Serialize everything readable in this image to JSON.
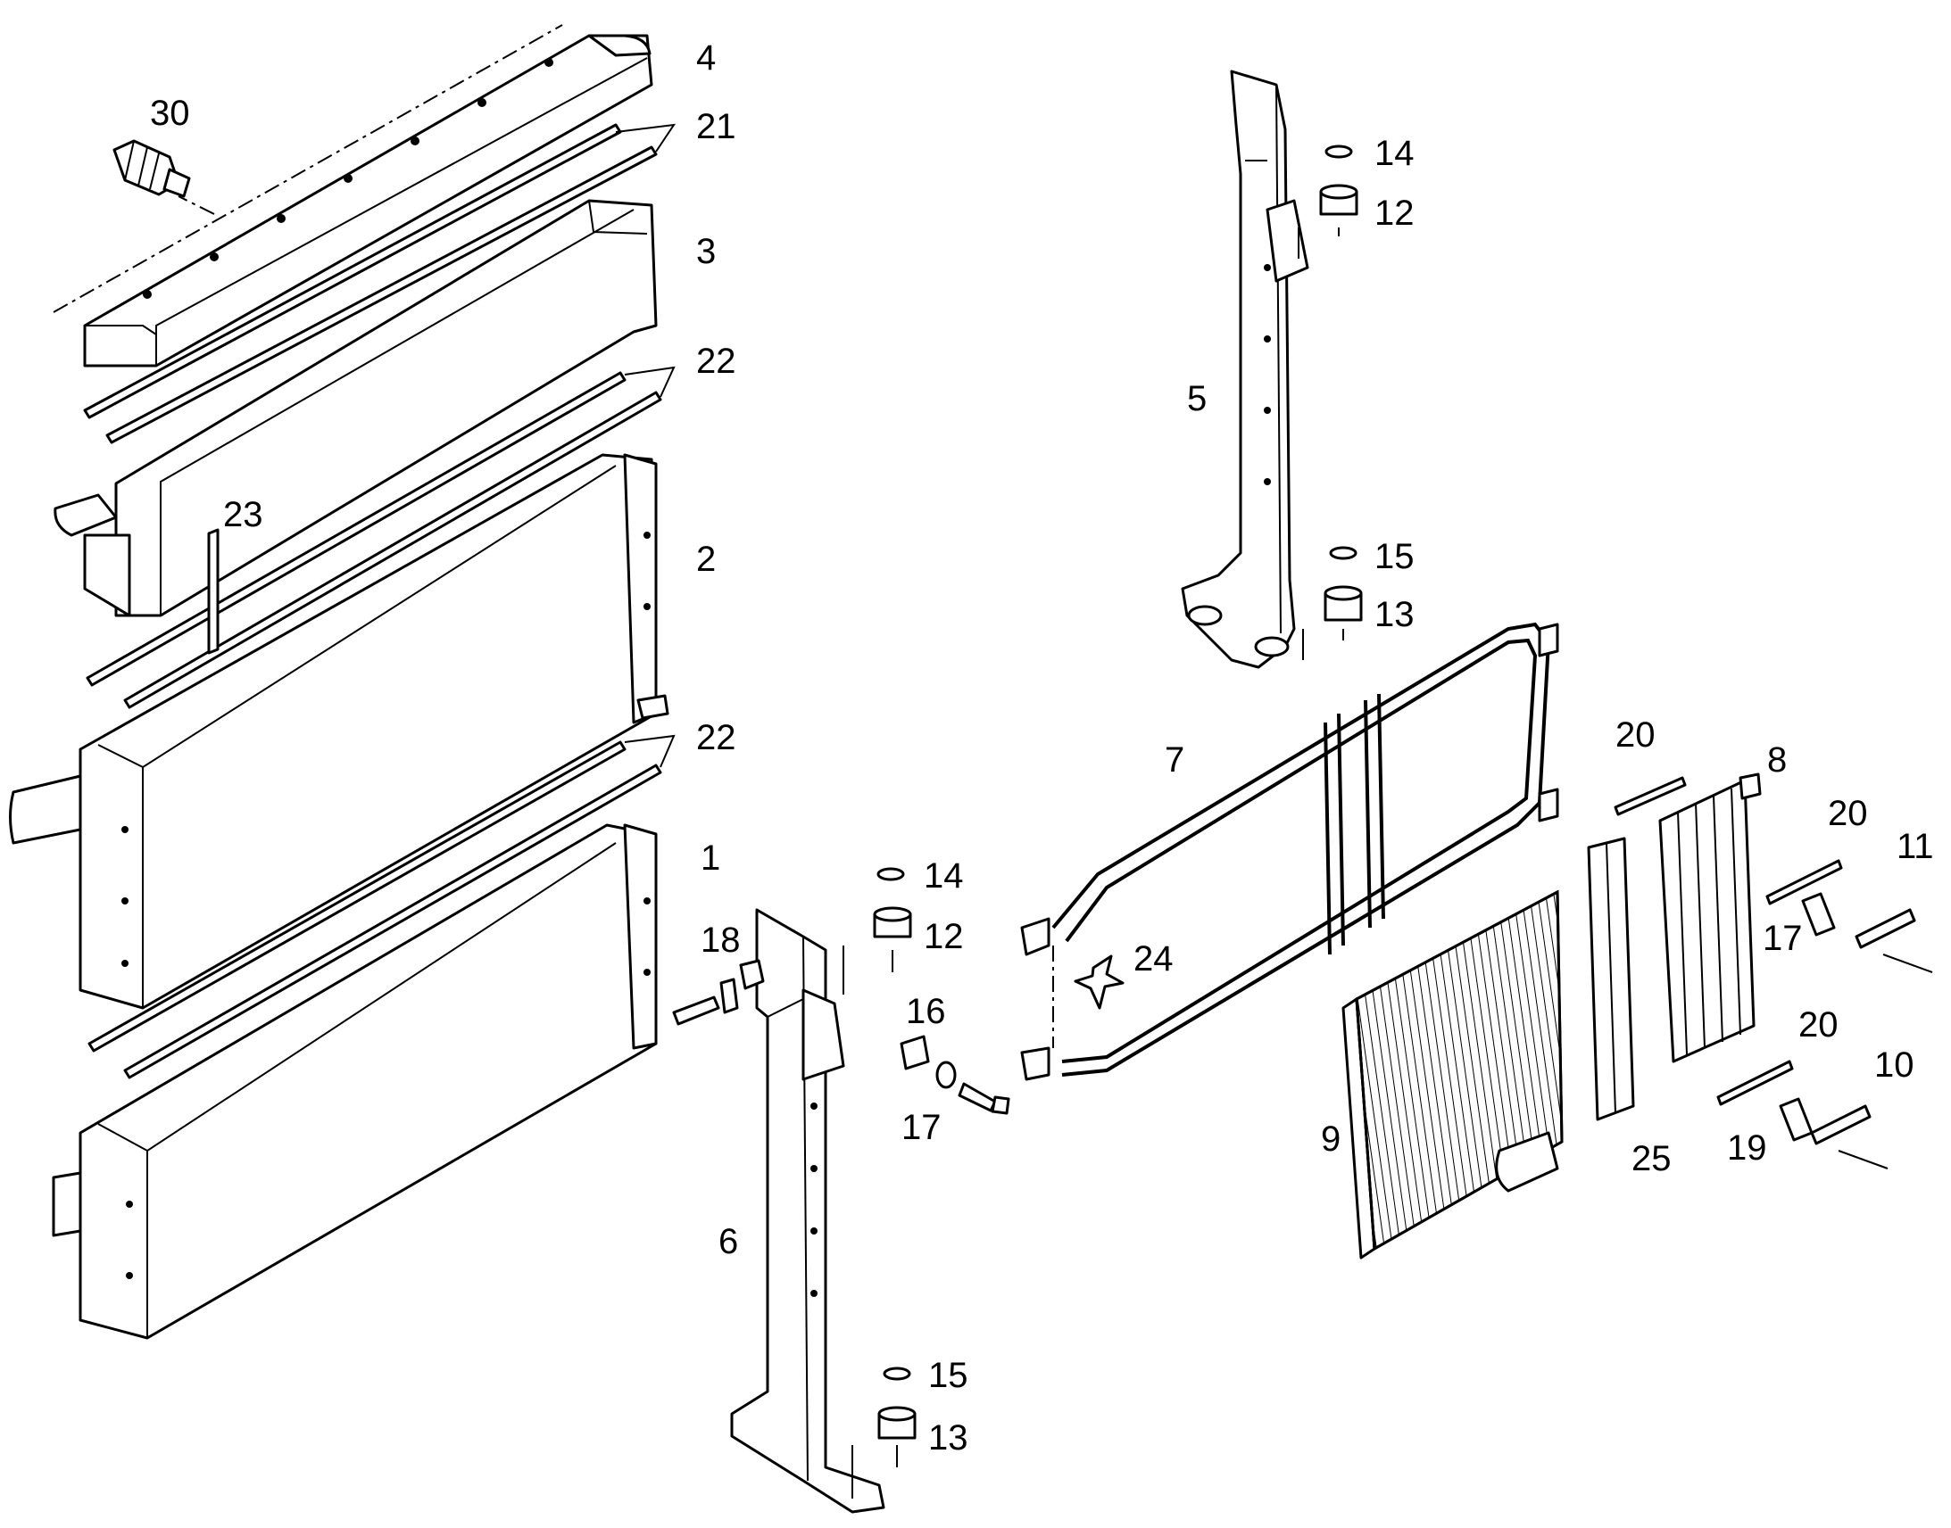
{
  "callouts": [
    {
      "id": "30",
      "text": "30"
    },
    {
      "id": "4",
      "text": "4"
    },
    {
      "id": "21",
      "text": "21"
    },
    {
      "id": "3",
      "text": "3"
    },
    {
      "id": "22a",
      "text": "22"
    },
    {
      "id": "23",
      "text": "23"
    },
    {
      "id": "2",
      "text": "2"
    },
    {
      "id": "22b",
      "text": "22"
    },
    {
      "id": "1",
      "text": "1"
    },
    {
      "id": "18",
      "text": "18"
    },
    {
      "id": "14a",
      "text": "14"
    },
    {
      "id": "12a",
      "text": "12"
    },
    {
      "id": "16",
      "text": "16"
    },
    {
      "id": "17a",
      "text": "17"
    },
    {
      "id": "6",
      "text": "6"
    },
    {
      "id": "15a",
      "text": "15"
    },
    {
      "id": "13a",
      "text": "13"
    },
    {
      "id": "14b",
      "text": "14"
    },
    {
      "id": "12b",
      "text": "12"
    },
    {
      "id": "5",
      "text": "5"
    },
    {
      "id": "15b",
      "text": "15"
    },
    {
      "id": "13b",
      "text": "13"
    },
    {
      "id": "7",
      "text": "7"
    },
    {
      "id": "24",
      "text": "24"
    },
    {
      "id": "20a",
      "text": "20"
    },
    {
      "id": "8",
      "text": "8"
    },
    {
      "id": "20b",
      "text": "20"
    },
    {
      "id": "11",
      "text": "11"
    },
    {
      "id": "17b",
      "text": "17"
    },
    {
      "id": "20c",
      "text": "20"
    },
    {
      "id": "10",
      "text": "10"
    },
    {
      "id": "9",
      "text": "9"
    },
    {
      "id": "25",
      "text": "25"
    },
    {
      "id": "19",
      "text": "19"
    }
  ]
}
